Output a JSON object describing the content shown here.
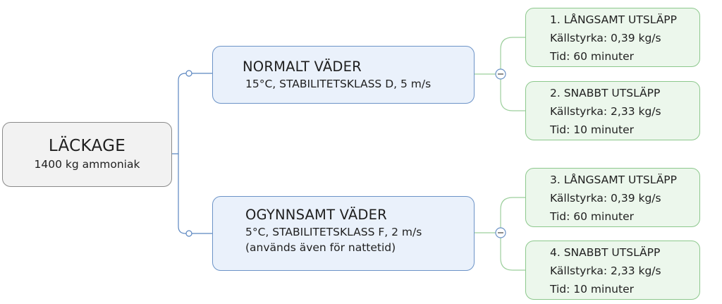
{
  "root": {
    "title": "LÄCKAGE",
    "subtitle": "1400 kg ammoniak"
  },
  "weather": [
    {
      "title": "NORMALT VÄDER",
      "lines": [
        "15°C, STABILITETSKLASS D, 5 m/s"
      ],
      "releases": [
        {
          "title": "1. LÅNGSAMT UTSLÄPP",
          "strength": "Källstyrka: 0,39 kg/s",
          "time": "Tid: 60 minuter"
        },
        {
          "title": "2. SNABBT UTSLÄPP",
          "strength": "Källstyrka: 2,33 kg/s",
          "time": "Tid: 10 minuter"
        }
      ]
    },
    {
      "title": "OGYNNSAMT VÄDER",
      "lines": [
        "5°C, STABILITETSKLASS F, 2 m/s",
        "(används även för nattetid)"
      ],
      "releases": [
        {
          "title": "3. LÅNGSAMT UTSLÄPP",
          "strength": "Källstyrka: 0,39 kg/s",
          "time": "Tid: 60 minuter"
        },
        {
          "title": "4. SNABBT UTSLÄPP",
          "strength": "Källstyrka: 2,33 kg/s",
          "time": "Tid: 10 minuter"
        }
      ]
    }
  ],
  "colors": {
    "root_fill": "#f2f2f2",
    "root_border": "#8a8a8a",
    "weather_fill": "#eaf1fb",
    "weather_border": "#6c93c7",
    "release_fill": "#ecf7ec",
    "release_border": "#8cc88c",
    "connector_blue": "#5b86c0",
    "connector_green": "#9ccf9c"
  },
  "icons": [
    "collapse-minus-icon",
    "branch-dot-icon"
  ]
}
